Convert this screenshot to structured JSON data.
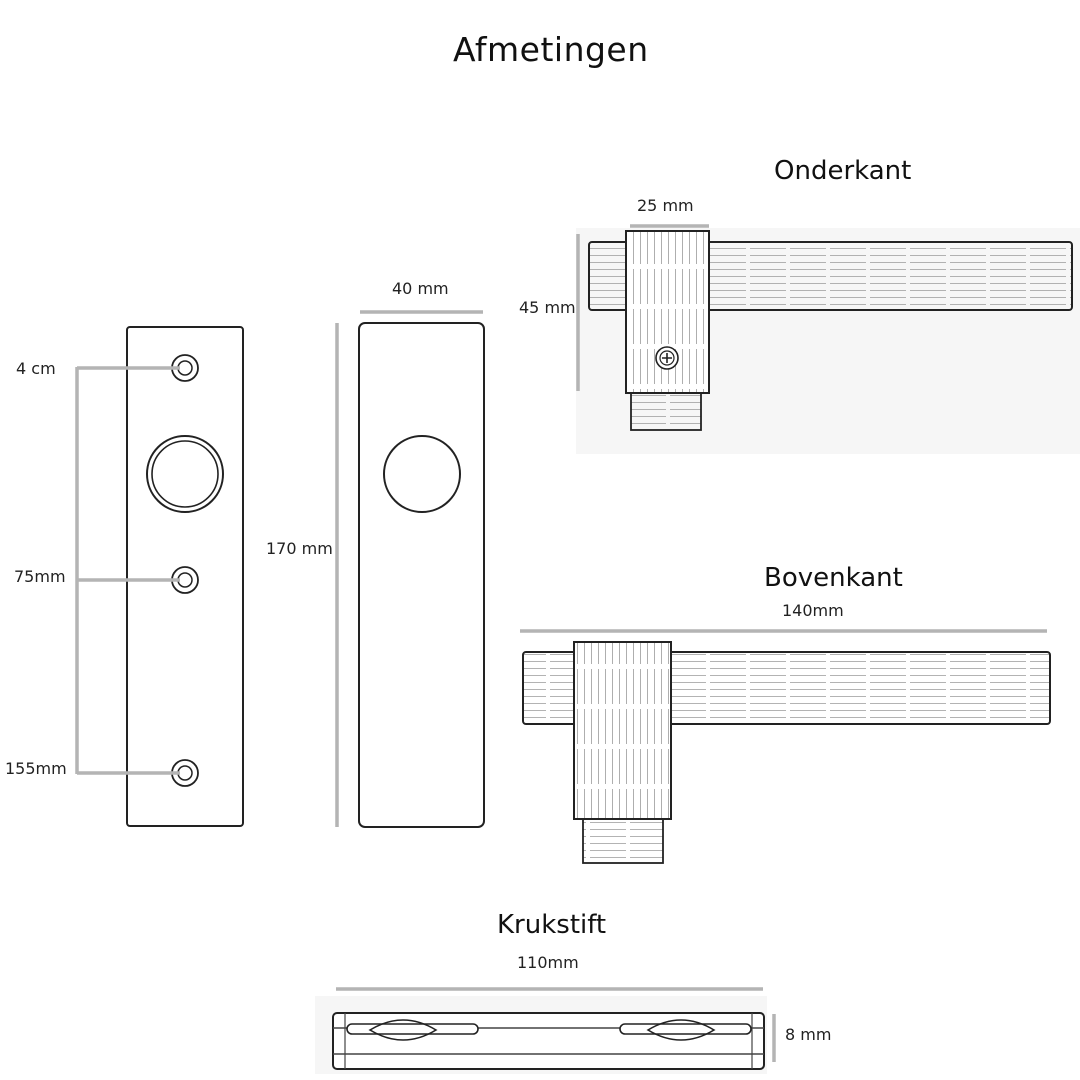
{
  "title": "Afmetingen",
  "sections": {
    "onderkant": "Onderkant",
    "bovenkant": "Bovenkant",
    "krukstift": "Krukstift"
  },
  "dimensions": {
    "hole_4cm": "4 cm",
    "hole_75mm": "75mm",
    "hole_155mm": "155mm",
    "plate_height": "170 mm",
    "plate_width": "40 mm",
    "onderkant_width": "25 mm",
    "onderkant_height": "45 mm",
    "bovenkant_length": "140mm",
    "krukstift_length": "110mm",
    "krukstift_thickness": "8 mm"
  },
  "colors": {
    "line": "#222222",
    "dimension_line": "#b4b4b4",
    "wood_grain": "#9a9a9a",
    "shade": "#f6f6f6"
  }
}
